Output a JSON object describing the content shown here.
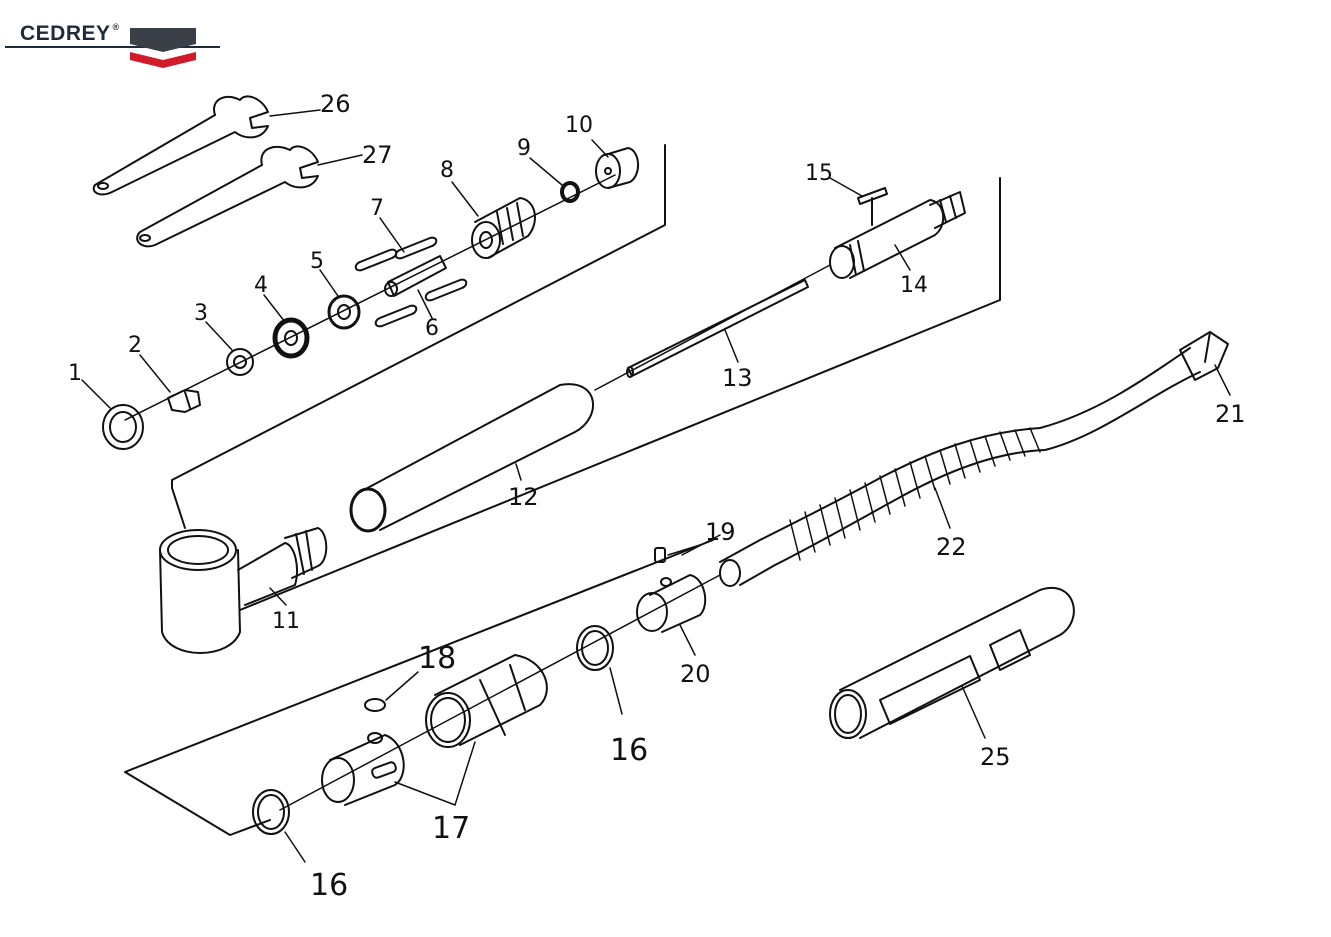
{
  "brand": {
    "name": "CEDREY",
    "mark": "®",
    "colors": {
      "dark": "#3a3f48",
      "red": "#d11a2a",
      "line": "#1f2b3a"
    }
  },
  "parts": [
    {
      "id": "label-1",
      "text": "1"
    },
    {
      "id": "label-2",
      "text": "2"
    },
    {
      "id": "label-3",
      "text": "3"
    },
    {
      "id": "label-4",
      "text": "4"
    },
    {
      "id": "label-5",
      "text": "5"
    },
    {
      "id": "label-6",
      "text": "6"
    },
    {
      "id": "label-7",
      "text": "7"
    },
    {
      "id": "label-8",
      "text": "8"
    },
    {
      "id": "label-9",
      "text": "9"
    },
    {
      "id": "label-10",
      "text": "10"
    },
    {
      "id": "label-11",
      "text": "11"
    },
    {
      "id": "label-12",
      "text": "12"
    },
    {
      "id": "label-13",
      "text": "13"
    },
    {
      "id": "label-14",
      "text": "14"
    },
    {
      "id": "label-15",
      "text": "15"
    },
    {
      "id": "label-16a",
      "text": "16"
    },
    {
      "id": "label-16b",
      "text": "16"
    },
    {
      "id": "label-17",
      "text": "17"
    },
    {
      "id": "label-18",
      "text": "18"
    },
    {
      "id": "label-19",
      "text": "19"
    },
    {
      "id": "label-20",
      "text": "20"
    },
    {
      "id": "label-21",
      "text": "21"
    },
    {
      "id": "label-22",
      "text": "22"
    },
    {
      "id": "label-25",
      "text": "25"
    },
    {
      "id": "label-26",
      "text": "26"
    },
    {
      "id": "label-27",
      "text": "27"
    }
  ]
}
